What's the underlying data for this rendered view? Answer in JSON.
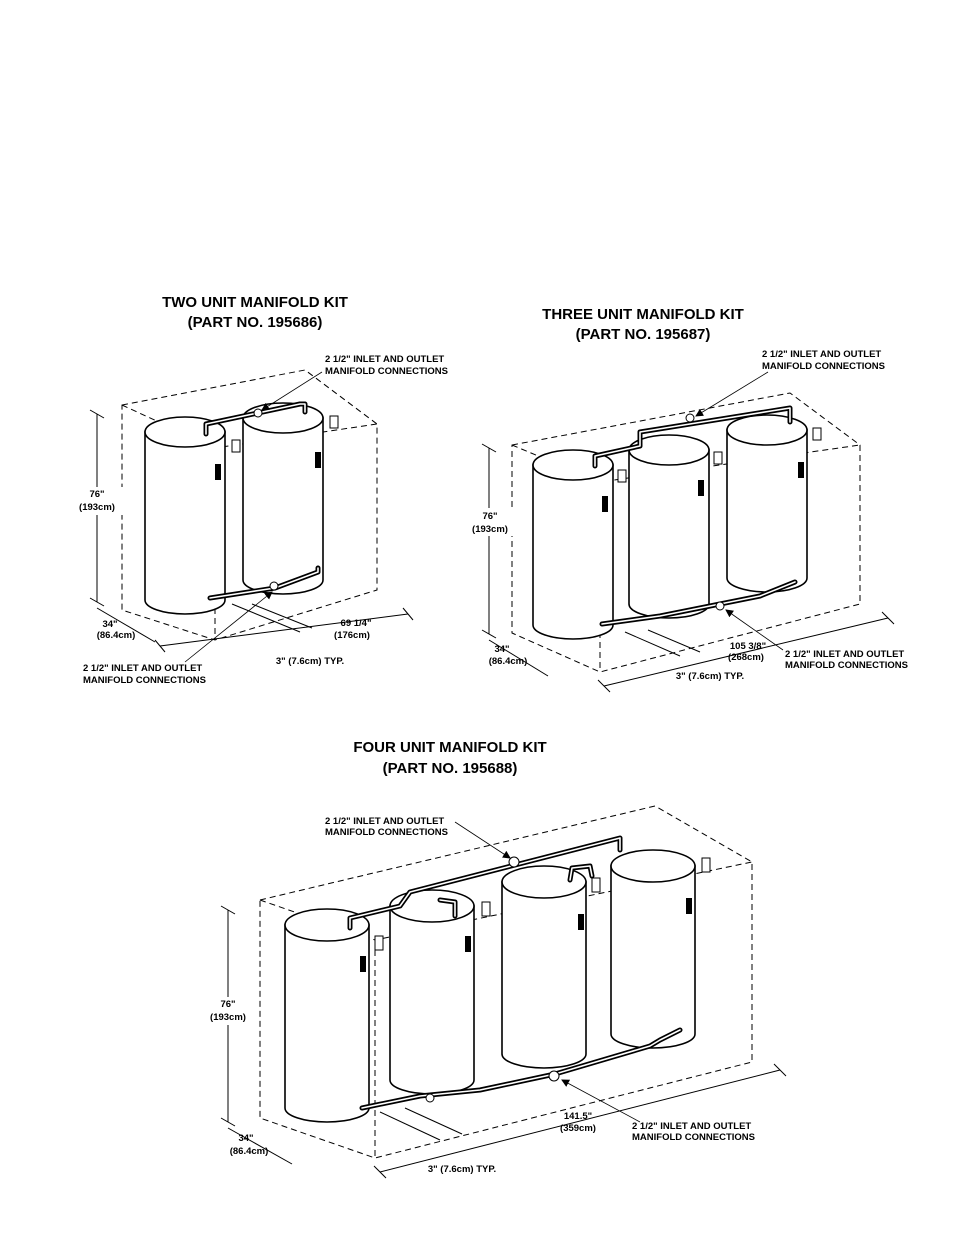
{
  "kits": [
    {
      "title_line1": "TWO UNIT MANIFOLD KIT",
      "title_line2": "(PART NO. 195686)",
      "label_top_line1": "2 1/2\" INLET AND OUTLET",
      "label_top_line2": "MANIFOLD CONNECTIONS",
      "label_bottom_line1": "2 1/2\" INLET AND OUTLET",
      "label_bottom_line2": "MANIFOLD CONNECTIONS",
      "height_in": "76\"",
      "height_cm": "(193cm)",
      "depth_in": "34\"",
      "depth_cm": "(86.4cm)",
      "width_in": "69 1/4\"",
      "width_cm": "(176cm)",
      "spacing": "3\" (7.6cm) TYP."
    },
    {
      "title_line1": "THREE UNIT MANIFOLD KIT",
      "title_line2": "(PART NO. 195687)",
      "label_top_line1": "2 1/2\" INLET AND OUTLET",
      "label_top_line2": "MANIFOLD CONNECTIONS",
      "label_bottom_line1": "2 1/2\" INLET AND OUTLET",
      "label_bottom_line2": "MANIFOLD CONNECTIONS",
      "height_in": "76\"",
      "height_cm": "(193cm)",
      "depth_in": "34\"",
      "depth_cm": "(86.4cm)",
      "width_in": "105 3/8\"",
      "width_cm": "(268cm)",
      "spacing": "3\" (7.6cm) TYP."
    },
    {
      "title_line1": "FOUR UNIT MANIFOLD KIT",
      "title_line2": "(PART NO. 195688)",
      "label_top_line1": "2 1/2\" INLET AND OUTLET",
      "label_top_line2": "MANIFOLD CONNECTIONS",
      "label_bottom_line1": "2 1/2\" INLET AND OUTLET",
      "label_bottom_line2": "MANIFOLD CONNECTIONS",
      "height_in": "76\"",
      "height_cm": "(193cm)",
      "depth_in": "34\"",
      "depth_cm": "(86.4cm)",
      "width_in": "141.5\"",
      "width_cm": "(359cm)",
      "spacing": "3\" (7.6cm) TYP."
    }
  ]
}
